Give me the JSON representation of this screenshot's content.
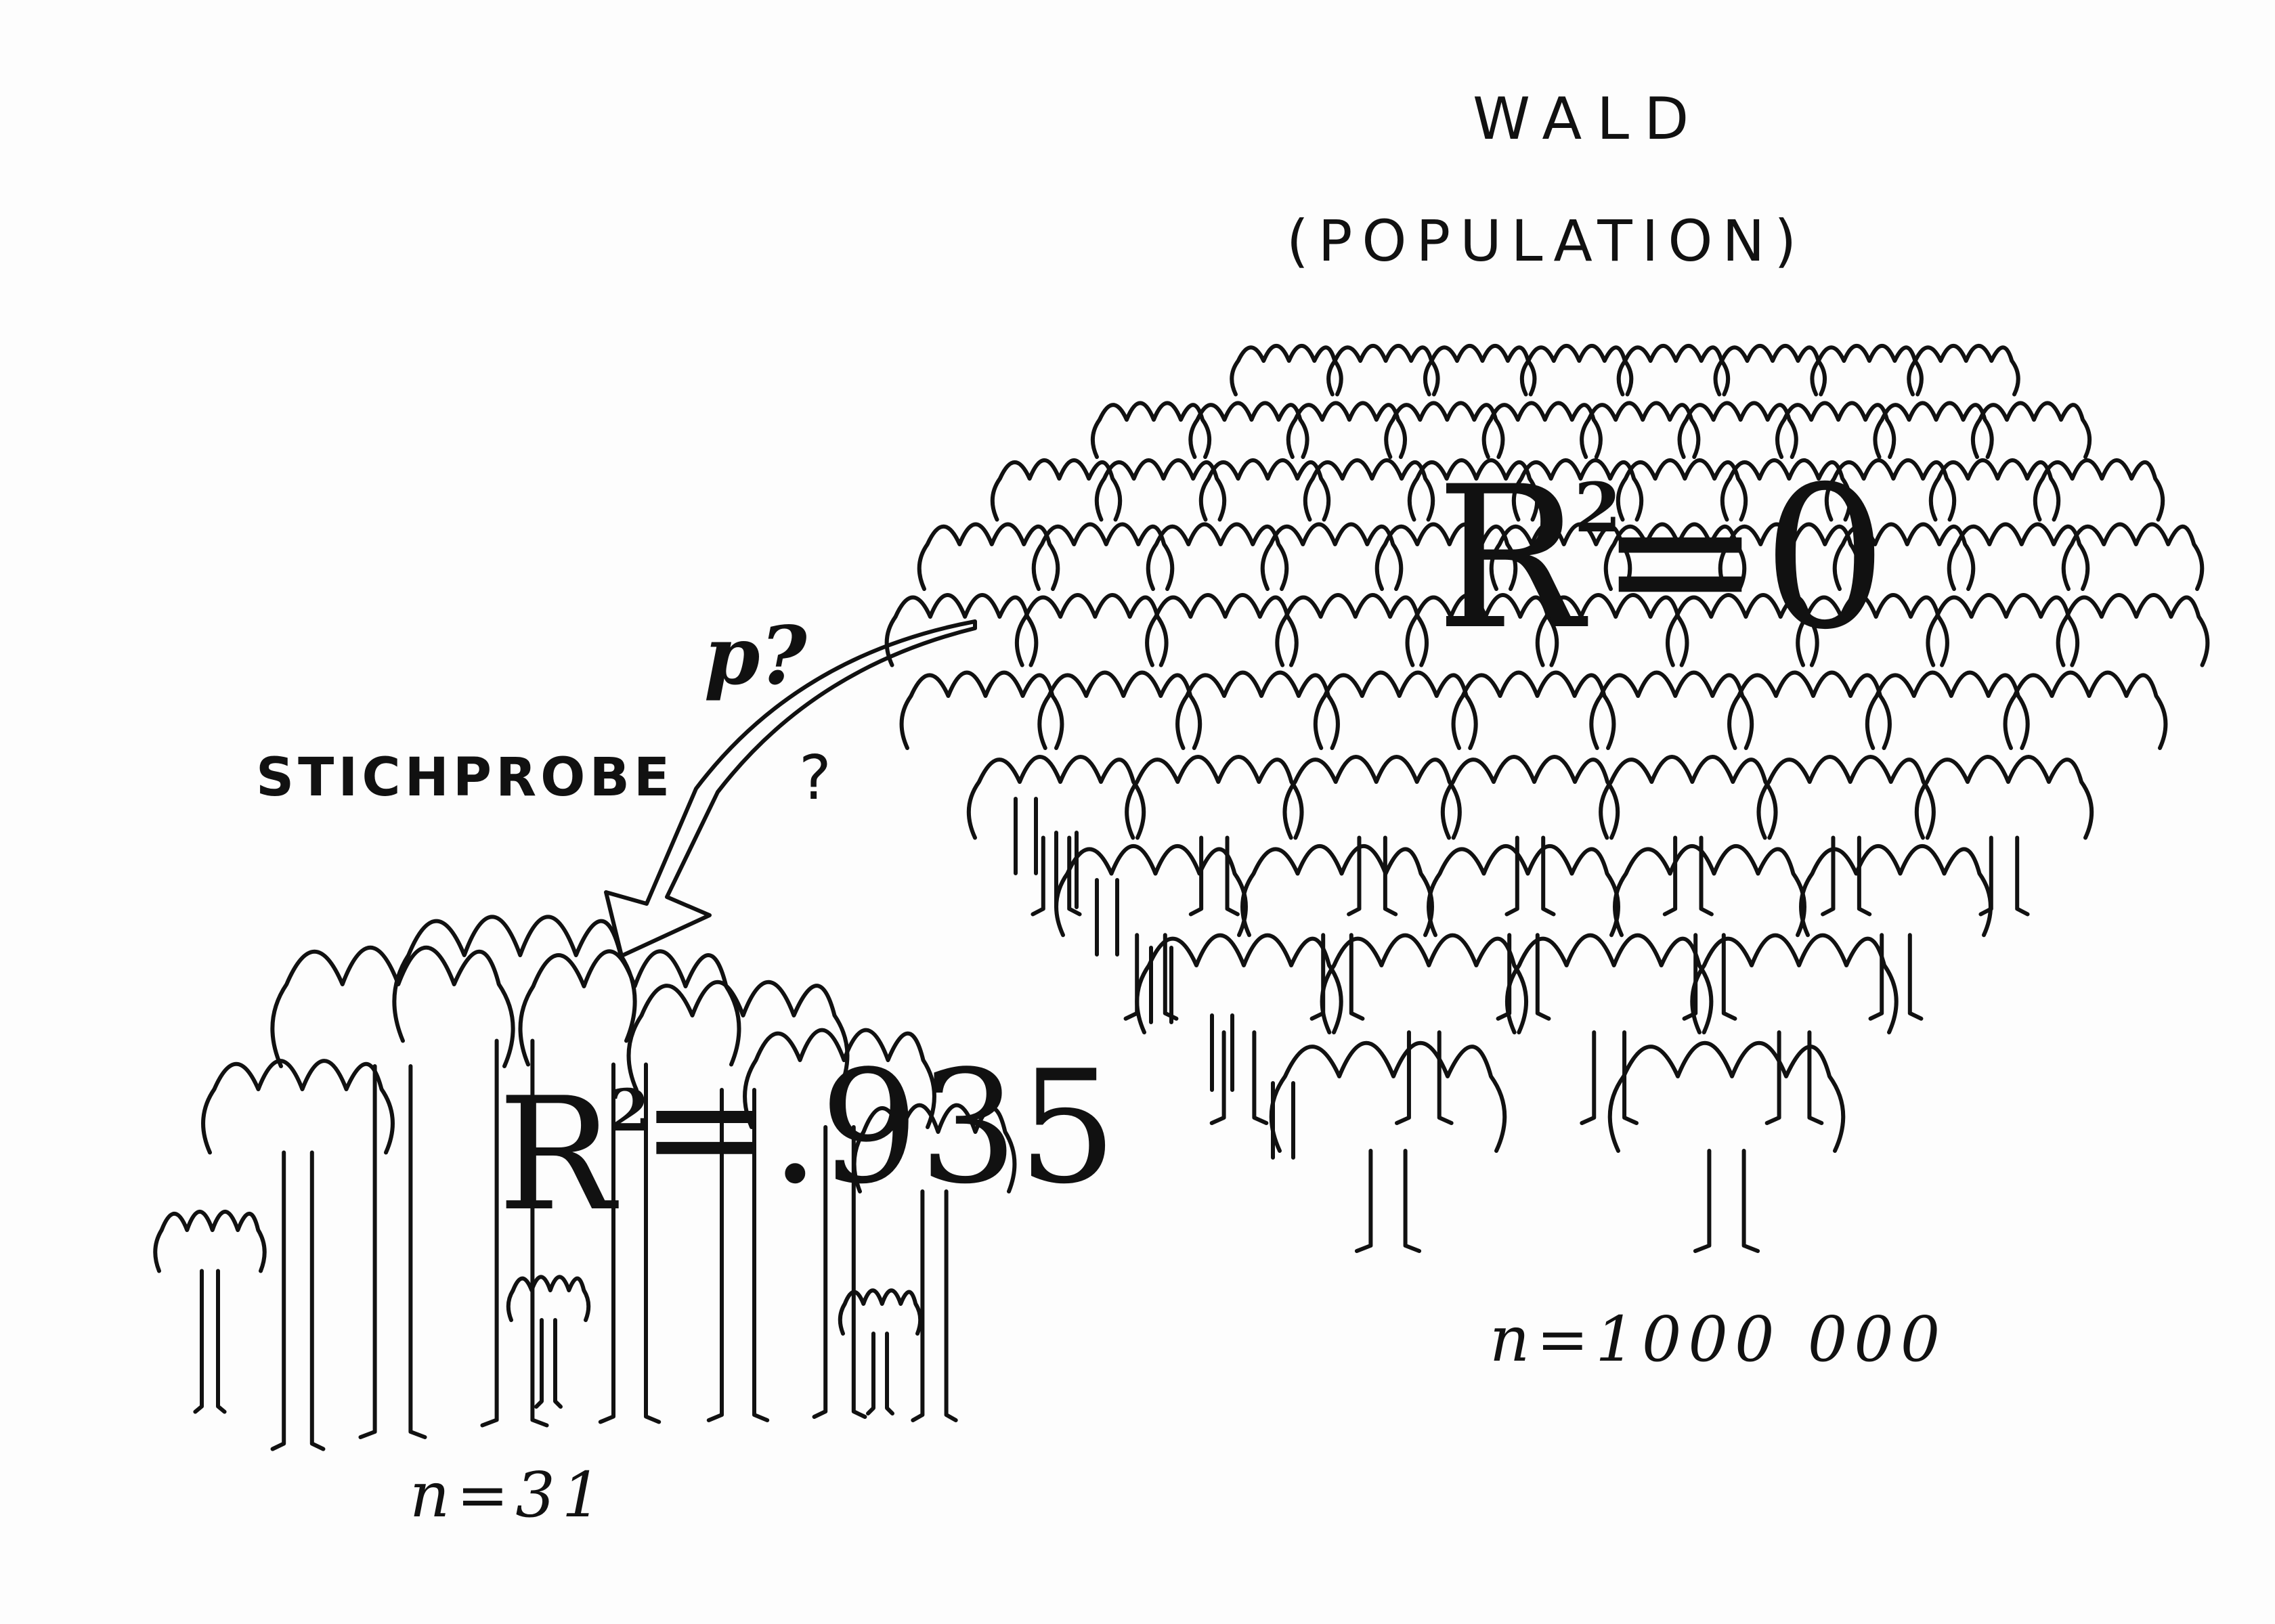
{
  "population": {
    "title": "WALD",
    "subtitle": "(POPULATION)",
    "r2_base": "R",
    "r2_sup": "2",
    "r2_value": "=0",
    "n": "n=1000 000"
  },
  "sample": {
    "title": "STICHPROBE",
    "r2_base": "R",
    "r2_sup": "2",
    "r2_value": "=.935",
    "n": "n=31"
  },
  "arrow": {
    "p_label": "p?",
    "question": "?"
  },
  "colors": {
    "ink": "#111111",
    "paper": "#fdfdfd"
  }
}
